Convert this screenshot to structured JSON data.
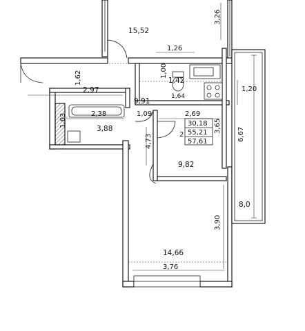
{
  "rooms": {
    "room_15_52": "15,52",
    "kitchen_dim_1_26": "1,26",
    "dim_3_26": "3,26",
    "dim_1_62": "1,62",
    "dim_2_97": "2,97",
    "dim_1_00": "1,00",
    "wc_1_42": "1,42",
    "wc_dim_1_64": "1,64",
    "dim_1_20": "1,20",
    "hall_9_91": "9,91",
    "bath_dim_2_38": "2,38",
    "dim_1_09": "1,09",
    "dim_2_69": "2,69",
    "dim_1_63": "1,63",
    "bath_3_88": "3,88",
    "dim_4_73": "4,73",
    "dim_3_65": "3,65",
    "dim_6_67": "6,67",
    "room_9_82": "9,82",
    "balcony_8_0": "8,0",
    "dim_3_90": "3,90",
    "room_14_66": "14,66",
    "dim_3_76": "3,76"
  },
  "summary": {
    "rooms_count": "2",
    "living_area": "30,18",
    "total_area": "55,21",
    "total_with_balcony": "57,61"
  }
}
